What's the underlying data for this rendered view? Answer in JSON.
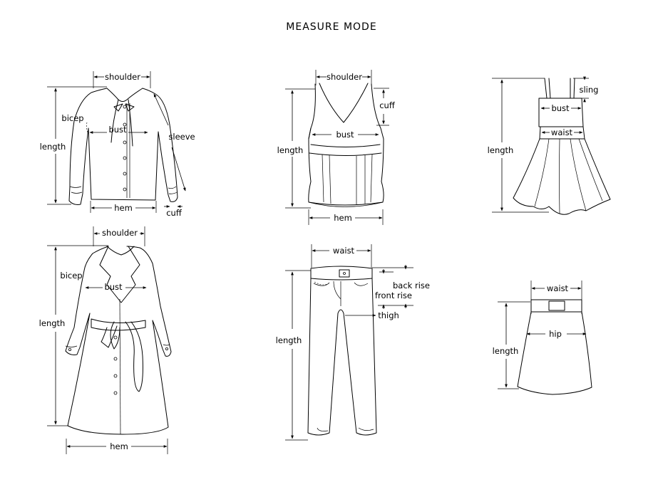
{
  "title": "MEASURE MODE",
  "garments": [
    {
      "name": "blouse",
      "labels": {
        "shoulder": "shoulder",
        "bicep": "bicep",
        "bust": "bust",
        "sleeve": "sleeve",
        "length": "length",
        "hem": "hem",
        "cuff": "cuff"
      }
    },
    {
      "name": "tank-top",
      "labels": {
        "shoulder": "shoulder",
        "cuff": "cuff",
        "bust": "bust",
        "length": "length",
        "hem": "hem"
      }
    },
    {
      "name": "sling-dress",
      "labels": {
        "sling": "sling",
        "bust": "bust",
        "waist": "waist",
        "length": "length"
      }
    },
    {
      "name": "trench-coat",
      "labels": {
        "shoulder": "shoulder",
        "bicep": "bicep",
        "bust": "bust",
        "length": "length",
        "hem": "hem"
      }
    },
    {
      "name": "trousers",
      "labels": {
        "waist": "waist",
        "back_rise": "back rise",
        "front_rise": "front rise",
        "thigh": "thigh",
        "length": "length"
      }
    },
    {
      "name": "skirt",
      "labels": {
        "waist": "waist",
        "hip": "hip",
        "length": "length"
      }
    }
  ]
}
